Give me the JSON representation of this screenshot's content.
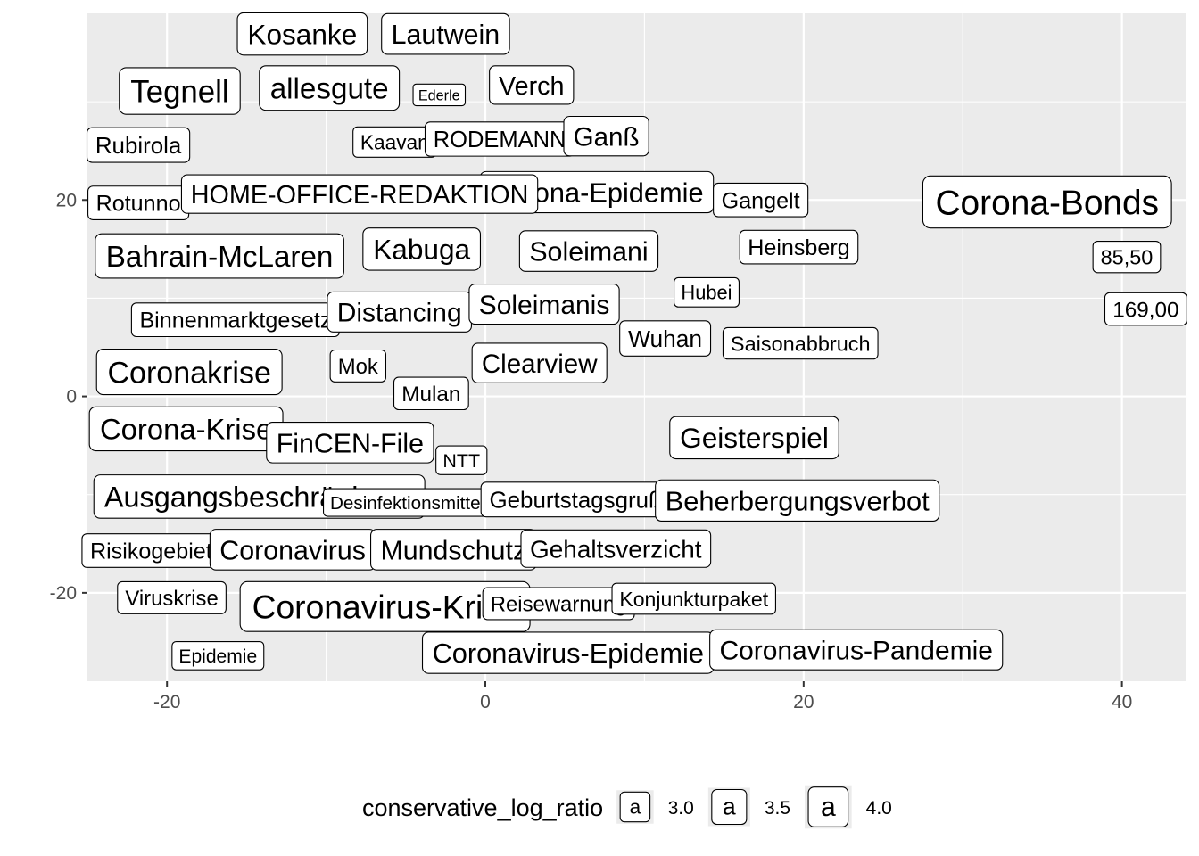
{
  "chart_data": {
    "type": "scatter",
    "geom": "label",
    "xlim": [
      -25,
      44
    ],
    "ylim": [
      -29,
      39
    ],
    "x_ticks": [
      -20,
      0,
      20,
      40
    ],
    "y_ticks": [
      -20,
      0,
      20
    ],
    "grid": true,
    "legend_position": "bottom",
    "legend": {
      "title": "conservative_log_ratio",
      "entries": [
        {
          "value": 3.0,
          "label": "3.0",
          "key": "a"
        },
        {
          "value": 3.5,
          "label": "3.5",
          "key": "a"
        },
        {
          "value": 4.0,
          "label": "4.0",
          "key": "a"
        }
      ]
    },
    "points": [
      {
        "label": "Kosanke",
        "x": -11.5,
        "y": 36.9,
        "size": 3.9
      },
      {
        "label": "Lautwein",
        "x": -2.5,
        "y": 36.9,
        "size": 3.75
      },
      {
        "label": "Tegnell",
        "x": -19.2,
        "y": 31.1,
        "size": 4.3
      },
      {
        "label": "allesgute",
        "x": -9.8,
        "y": 31.4,
        "size": 4.1
      },
      {
        "label": "Ederle",
        "x": -2.9,
        "y": 30.7,
        "size": 2.0
      },
      {
        "label": "Verch",
        "x": 2.9,
        "y": 31.7,
        "size": 3.55
      },
      {
        "label": "Rubirola",
        "x": -21.8,
        "y": 25.6,
        "size": 3.2
      },
      {
        "label": "Kaavan",
        "x": -5.7,
        "y": 25.9,
        "size": 2.8
      },
      {
        "label": "RODEMANN",
        "x": 0.9,
        "y": 26.2,
        "size": 3.15
      },
      {
        "label": "Ganß",
        "x": 7.6,
        "y": 26.5,
        "size": 3.65
      },
      {
        "label": "Corona-Epidemie",
        "x": 7.0,
        "y": 20.8,
        "size": 3.8
      },
      {
        "label": "Gangelt",
        "x": 17.3,
        "y": 20.0,
        "size": 3.1
      },
      {
        "label": "Corona-Bonds",
        "x": 35.3,
        "y": 19.8,
        "size": 4.8
      },
      {
        "label": "Rotunno",
        "x": -21.8,
        "y": 19.7,
        "size": 3.1
      },
      {
        "label": "HOME-OFFICE-REDAKTION",
        "x": -7.9,
        "y": 20.6,
        "size": 3.55
      },
      {
        "label": "Bahrain-McLaren",
        "x": -16.7,
        "y": 14.3,
        "size": 4.1
      },
      {
        "label": "Kabuga",
        "x": -4.0,
        "y": 15.0,
        "size": 3.9
      },
      {
        "label": "Soleimani",
        "x": 6.5,
        "y": 14.8,
        "size": 3.75
      },
      {
        "label": "Heinsberg",
        "x": 19.7,
        "y": 15.2,
        "size": 3.1
      },
      {
        "label": "85,50",
        "x": 40.3,
        "y": 14.2,
        "size": 2.9
      },
      {
        "label": "Hubei",
        "x": 13.9,
        "y": 10.6,
        "size": 2.7
      },
      {
        "label": "169,00",
        "x": 41.5,
        "y": 8.9,
        "size": 3.0
      },
      {
        "label": "Binnenmarktgesetz",
        "x": -15.7,
        "y": 7.8,
        "size": 3.1
      },
      {
        "label": "Distancing",
        "x": -5.4,
        "y": 8.6,
        "size": 3.7
      },
      {
        "label": "Soleimanis",
        "x": 3.7,
        "y": 9.4,
        "size": 3.7
      },
      {
        "label": "Wuhan",
        "x": 11.3,
        "y": 5.9,
        "size": 3.25
      },
      {
        "label": "Saisonabbruch",
        "x": 19.8,
        "y": 5.4,
        "size": 2.9
      },
      {
        "label": "Coronakrise",
        "x": -18.6,
        "y": 2.5,
        "size": 4.2
      },
      {
        "label": "Mok",
        "x": -8.0,
        "y": 3.1,
        "size": 2.95
      },
      {
        "label": "Clearview",
        "x": 3.4,
        "y": 3.4,
        "size": 3.65
      },
      {
        "label": "Mulan",
        "x": -3.4,
        "y": 0.3,
        "size": 3.0
      },
      {
        "label": "Corona-Krise",
        "x": -18.8,
        "y": -3.3,
        "size": 4.05
      },
      {
        "label": "FinCEN-File",
        "x": -8.5,
        "y": -4.7,
        "size": 3.75
      },
      {
        "label": "NTT",
        "x": -1.5,
        "y": -6.5,
        "size": 2.65
      },
      {
        "label": "Geisterspiel",
        "x": 16.9,
        "y": -4.2,
        "size": 3.9
      },
      {
        "label": "Ausgangsbeschränkung",
        "x": -14.2,
        "y": -10.2,
        "size": 4.0
      },
      {
        "label": "Desinfektionsmittel",
        "x": -4.9,
        "y": -10.8,
        "size": 2.55
      },
      {
        "label": "Geburtstagsgruß",
        "x": 5.7,
        "y": -10.5,
        "size": 3.2
      },
      {
        "label": "Beherbergungsverbot",
        "x": 19.6,
        "y": -10.6,
        "size": 3.8
      },
      {
        "label": "Risikogebiet",
        "x": -21.0,
        "y": -15.7,
        "size": 3.1
      },
      {
        "label": "Coronavirus",
        "x": -12.1,
        "y": -15.6,
        "size": 3.75
      },
      {
        "label": "Mundschutz",
        "x": -2.0,
        "y": -15.6,
        "size": 3.75
      },
      {
        "label": "Gehaltsverzicht",
        "x": 8.2,
        "y": -15.5,
        "size": 3.45
      },
      {
        "label": "Viruskrise",
        "x": -19.7,
        "y": -20.5,
        "size": 2.95
      },
      {
        "label": "Coronavirus-Krise",
        "x": -6.3,
        "y": -21.4,
        "size": 4.6
      },
      {
        "label": "Reisewarnung",
        "x": 4.6,
        "y": -21.1,
        "size": 2.95
      },
      {
        "label": "Konjunkturpaket",
        "x": 13.1,
        "y": -20.6,
        "size": 2.85
      },
      {
        "label": "Epidemie",
        "x": -16.8,
        "y": -26.4,
        "size": 2.6
      },
      {
        "label": "Coronavirus-Epidemie",
        "x": 5.2,
        "y": -26.1,
        "size": 3.8
      },
      {
        "label": "Coronavirus-Pandemie",
        "x": 23.3,
        "y": -25.8,
        "size": 3.7
      }
    ]
  }
}
